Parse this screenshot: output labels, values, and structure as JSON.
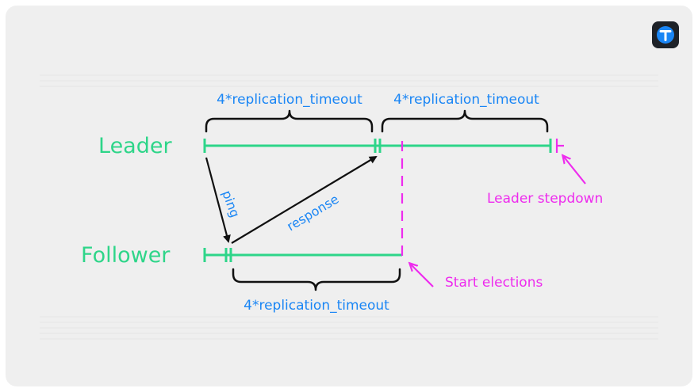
{
  "participants": {
    "leader": "Leader",
    "follower": "Follower"
  },
  "timeouts": {
    "leader_first": "4*replication_timeout",
    "leader_second": "4*replication_timeout",
    "follower": "4*replication_timeout"
  },
  "messages": {
    "ping": "ping",
    "response": "response"
  },
  "events": {
    "leader_stepdown": "Leader stepdown",
    "start_elections": "Start elections"
  },
  "colors": {
    "timeline": "#2ed589",
    "timeout_text": "#1a86f5",
    "event": "#ee2bee",
    "brace": "#111111",
    "logo_bg": "#1e2228",
    "logo_accent": "#1a86f5"
  },
  "icons": {
    "logo": "tarantool-logo-icon"
  }
}
